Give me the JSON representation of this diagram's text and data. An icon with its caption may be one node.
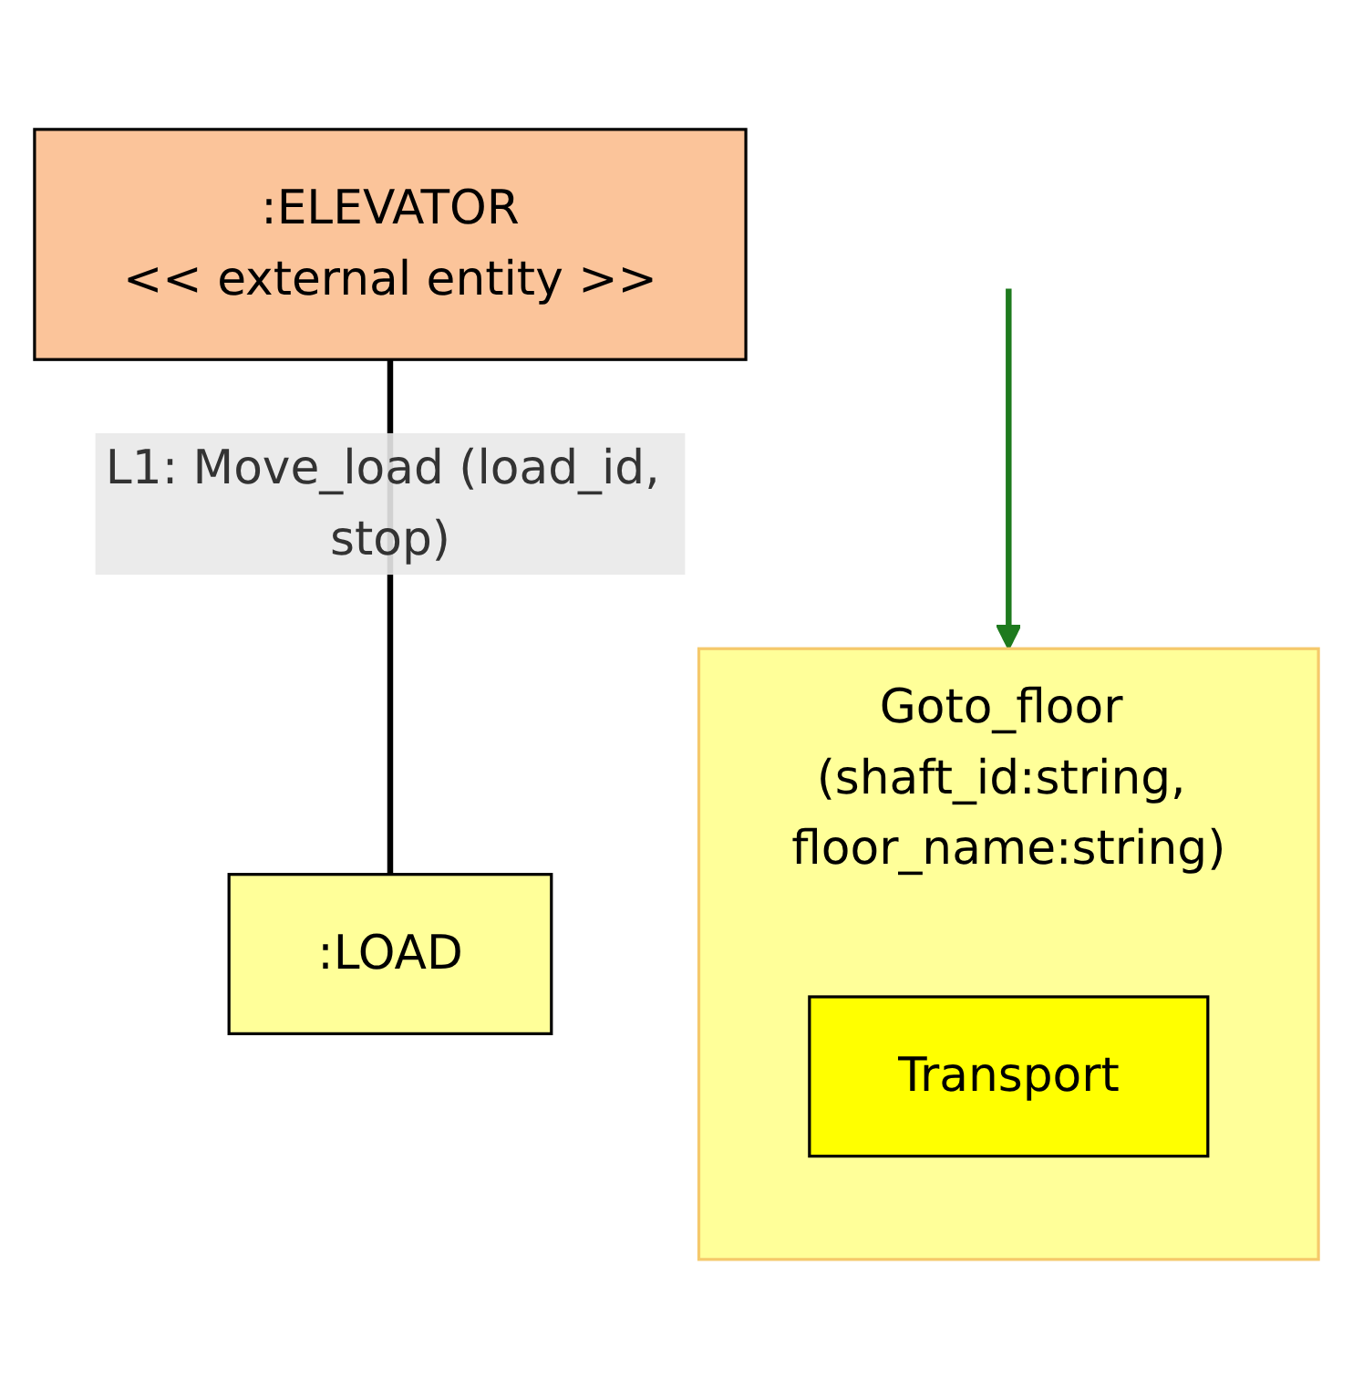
{
  "diagram": {
    "nodes": [
      {
        "text": [
          "Goto_floor (shaft_id:string, floor_name:string)"
        ]
      },
      {
        "text": [
          "Transport"
        ],
        "in": 0
      },
      {
        "text": [
          ":ELEVATOR",
          "<< external entity >>"
        ]
      },
      {
        "text": [
          ":LOAD"
        ]
      }
    ],
    "edges": [
      {
        "from": null,
        "to": 0,
        "arrow": "to",
        "color": "#1e7a1e"
      },
      {
        "from": 2,
        "to": 3,
        "arrow": "none",
        "color": "#000000",
        "label": "L1: Move_load (load_id, stop)"
      }
    ]
  }
}
